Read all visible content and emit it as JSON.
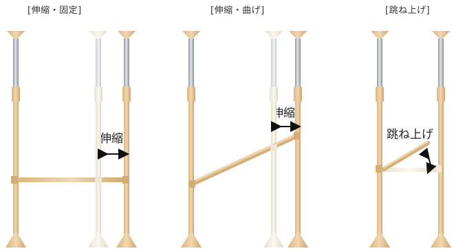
{
  "panels": [
    {
      "title": "[伸縮・固定]",
      "label": "伸縮"
    },
    {
      "title": "[伸縮・曲げ]",
      "label": "伸縮"
    },
    {
      "title": "[跳ね上げ]",
      "label": "跳ね上げ"
    }
  ],
  "colors": {
    "wood": "#e6c79c",
    "wood_dark": "#c9a06b",
    "steel": "#b9bdc2",
    "ghost": "#f3ece0",
    "arrow": "#111111"
  }
}
